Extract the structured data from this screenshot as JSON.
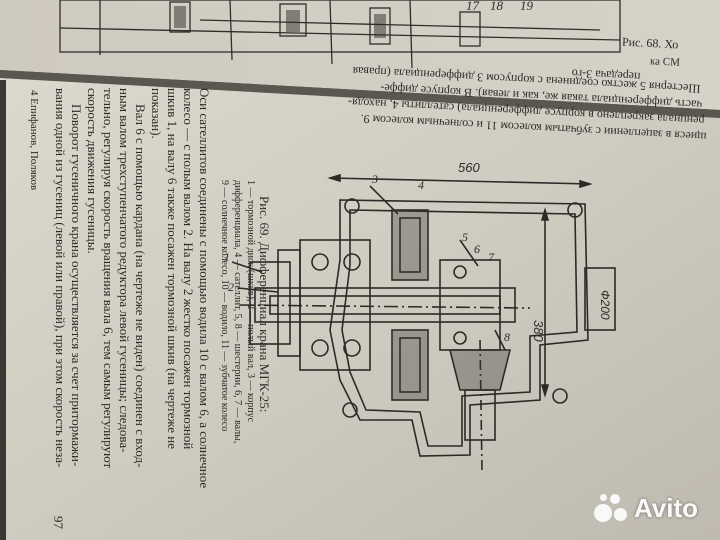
{
  "top_figure": {
    "callouts": [
      "17",
      "18",
      "19"
    ],
    "caption": "Рис. 68. Хо",
    "caption_tail": "ка СМ"
  },
  "upper_text": [
    "передача 3-го",
    "Шестерня 5 жестко соединена с корпусом 3 дифференциала (правая",
    "часть дифференциала такая же, как и левая). В корпусе диффе-",
    "ренциала закреплено в корпусе дифференциала) сателлиты 4, находя-",
    "щиеся в зацеплении с зубчатым колесом 11 и солнечным колесом 9."
  ],
  "figure": {
    "caption": "Рис. 69. Дифференциал крана МГК-25:",
    "legend": [
      "1 — тормозной диск (шкив), 2 — полый вал, 3 — корпус",
      "дифференциала, 4 — сателлит, 5, 8 — шестерни, 6, 7 — валы,",
      "9 — солнечное колесо, 10 — водило, 11 — зубчатое колесо"
    ],
    "dimensions": [
      "560",
      "380",
      "Ф200"
    ],
    "part_labels": [
      "1",
      "2",
      "3",
      "4",
      "5",
      "6",
      "7",
      "8"
    ]
  },
  "body_text": [
    "Оси сателлитов соединены с помощью водила 10 с валом 6, а солнечное",
    "колесо — с полым валом 2. На валу 2 жестко посажен тормозной",
    "шкив 1, на валу 6 также посажен тормозной шкив (на чертеже не",
    "показан).",
    "Вал 6 с помощью кардана (на чертеже не виден) соединен с вход-",
    "ным валом трехступенчатого редуктора левой гусеницы; следова-",
    "тельно, регулируя скорость вращения вала 6, тем самым регулируют",
    "скорость движения гусеницы.",
    "Поворот гусеничного крана осуществляется за счет притормажи-",
    "вания одной из гусениц (левой или правой), при этом скорость неза-"
  ],
  "footer": {
    "page_number": "97",
    "authors": "4 Епифанов, Поляков"
  },
  "watermark": {
    "text": "Avito"
  }
}
